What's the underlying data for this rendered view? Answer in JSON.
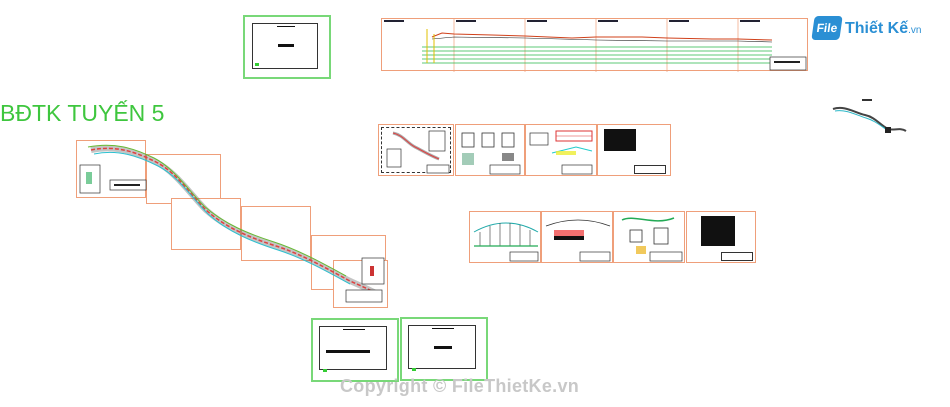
{
  "logo": {
    "mark": "File",
    "name": "Thiết Kế",
    "domain": ".vn"
  },
  "title": "BĐTK TUYẾN 5",
  "watermark": "Copyright © FileThietKe.vn",
  "colors": {
    "accent_blue": "#2a8fd4",
    "title_green": "#3ec63e",
    "sheet_border": "#ef9f7a",
    "frame_green": "#78d878"
  }
}
